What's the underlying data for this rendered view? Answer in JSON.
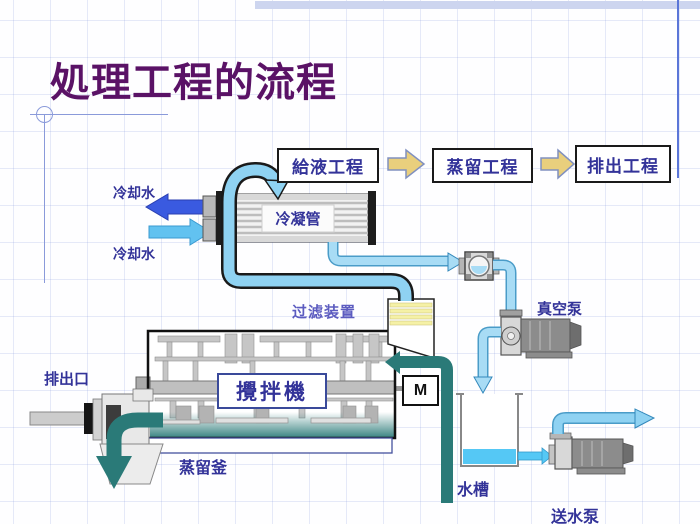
{
  "slide": {
    "title": "処理工程的流程"
  },
  "flow_steps": [
    {
      "label": "給液工程"
    },
    {
      "label": "蒸留工程"
    },
    {
      "label": "排出工程"
    }
  ],
  "diagram_labels": {
    "cooling_water_out": "冷却水",
    "cooling_water_in": "冷却水",
    "condenser": "冷凝管",
    "filter_unit": "过滤装置",
    "vacuum_pump": "真空泵",
    "agitator": "攪拌機",
    "motor": "M",
    "discharge_port": "排出口",
    "distillation_kettle": "蒸留釜",
    "water_tank": "水槽",
    "water_feed_pump": "送水泵"
  },
  "colors": {
    "title_text": "#5a1266",
    "label_text": "#333399",
    "filter_label_text": "#5c5cc0",
    "vapor_pipe_blue": "#8fd2f2",
    "cooling_in_blue": "#62c2f0",
    "cooling_out_blue": "#3a5ae0",
    "process_teal": "#2a7a78",
    "flow_arrow_tan": "#e9cf7d",
    "water_blue": "#55c8f5",
    "filter_stripe_yellow": "#f5f1a6"
  }
}
